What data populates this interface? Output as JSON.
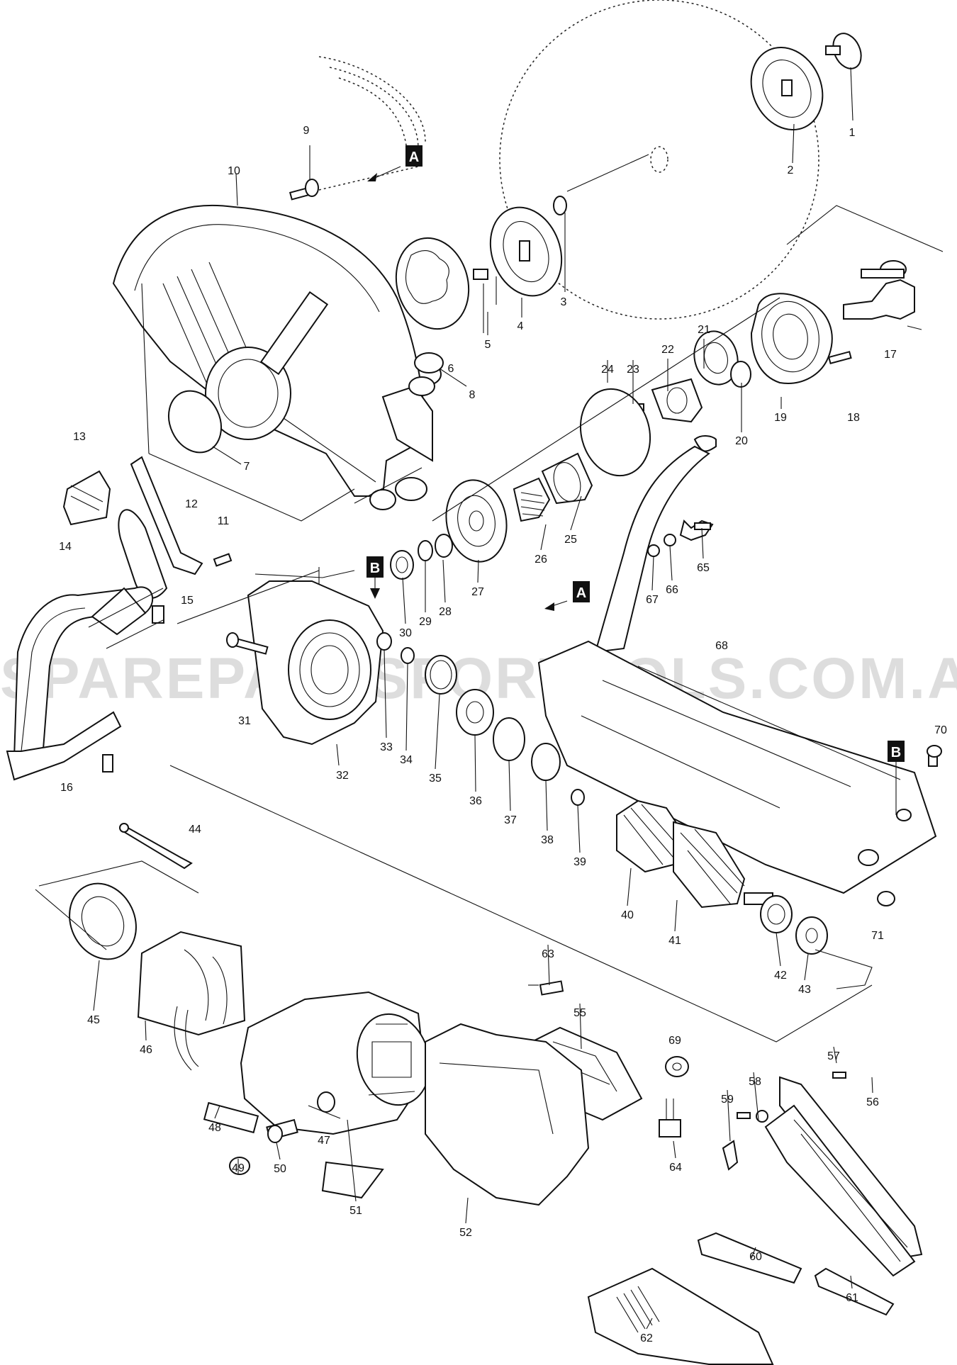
{
  "watermark": "SPAREPARTSFORTOOLS.COM.AU",
  "ref_markers": [
    "A",
    "B"
  ],
  "part_numbers": [
    "1",
    "2",
    "3",
    "4",
    "5",
    "6",
    "7",
    "8",
    "9",
    "10",
    "11",
    "12",
    "13",
    "14",
    "15",
    "16",
    "17",
    "18",
    "19",
    "20",
    "21",
    "22",
    "23",
    "24",
    "25",
    "26",
    "27",
    "28",
    "29",
    "30",
    "31",
    "32",
    "33",
    "34",
    "35",
    "36",
    "37",
    "38",
    "39",
    "40",
    "41",
    "42",
    "43",
    "44",
    "45",
    "46",
    "47",
    "48",
    "49",
    "50",
    "51",
    "52",
    "55",
    "56",
    "57",
    "58",
    "59",
    "60",
    "61",
    "62",
    "63",
    "64",
    "65",
    "66",
    "67",
    "68",
    "69",
    "70",
    "71"
  ]
}
